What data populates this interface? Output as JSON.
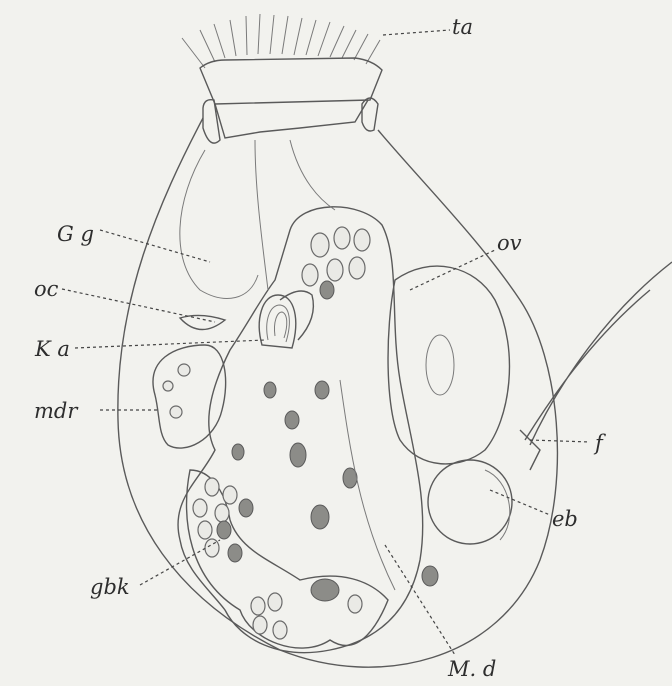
{
  "figure": {
    "labels": {
      "ta": "ta",
      "gg": "G g",
      "oc": "oc",
      "ka": "K a",
      "mdr": "mdr",
      "gbk": "gbk",
      "ov": "ov",
      "f": "f",
      "eb": "eb",
      "md": "M. d"
    }
  }
}
